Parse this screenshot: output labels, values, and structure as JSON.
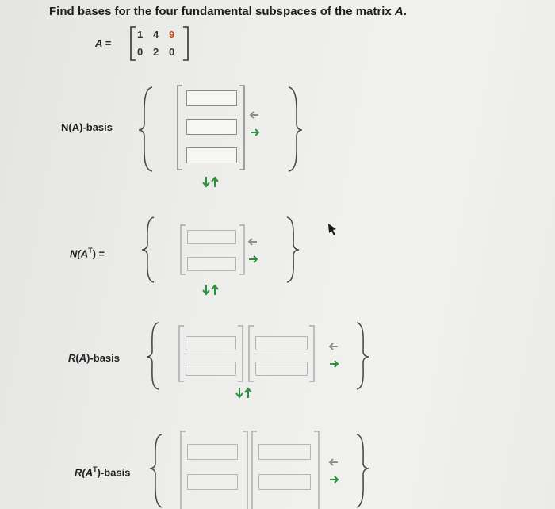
{
  "question": {
    "prefix": "Find bases for the four fundamental subspaces of the matrix ",
    "matrix_name": "A",
    "suffix": "."
  },
  "matrix": {
    "label": "A =",
    "rows": [
      [
        "1",
        "4",
        "9"
      ],
      [
        "0",
        "2",
        "0"
      ]
    ],
    "colors": {
      "bracket": "#333333",
      "entries": "#222222",
      "highlight_entry": "#c04a14"
    }
  },
  "sections": [
    {
      "id": "nullspace",
      "label": "N(A)-basis",
      "vectors": 1,
      "entries_per_vector": 3
    },
    {
      "id": "left-nullspace",
      "label_main": "N(A",
      "label_sup": "T",
      "label_end": ") =",
      "vectors": 1,
      "entries_per_vector": 2
    },
    {
      "id": "column-space",
      "label": "R(A)-basis",
      "vectors": 2,
      "entries_per_vector": 2
    },
    {
      "id": "row-space",
      "label_main": "R(A",
      "label_sup": "T",
      "label_end": ")-basis",
      "vectors": 2,
      "entries_per_vector": 2
    }
  ],
  "icons": {
    "add_row": "down-arrow-icon",
    "remove_row": "up-arrow-icon",
    "remove_col": "left-arrow-icon",
    "add_col": "right-arrow-icon",
    "cursor": "mouse-pointer-icon"
  },
  "colors": {
    "arrow_green": "#2e8f3e",
    "arrow_gray": "#8e8e8e",
    "brace": "#4a4a4a"
  }
}
